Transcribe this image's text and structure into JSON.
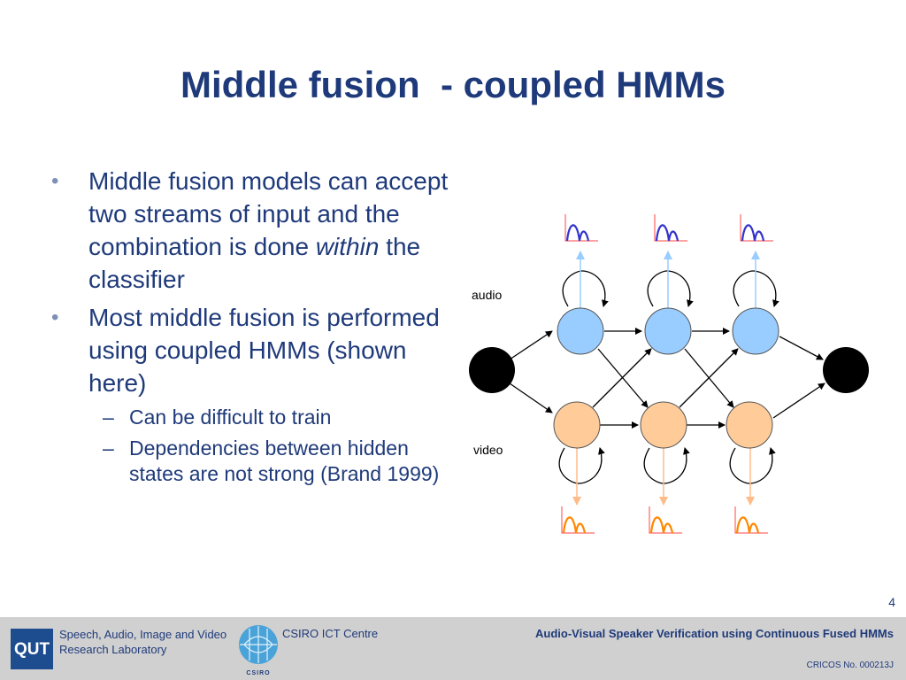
{
  "slide": {
    "title": "Middle fusion  - coupled HMMs",
    "page_number": "4",
    "bullets": [
      {
        "symbol": "•",
        "text_before": "Middle fusion models can accept two streams of input and the combination is done ",
        "text_italic": "within",
        "text_after": " the classifier"
      },
      {
        "symbol": "•",
        "text": "Most middle fusion is performed using coupled HMMs (shown here)",
        "subitems": [
          {
            "symbol": "–",
            "text": "Can be difficult to train"
          },
          {
            "symbol": "–",
            "text": "Dependencies between hidden states are not strong (Brand 1999)"
          }
        ]
      }
    ]
  },
  "diagram": {
    "audio_label": "audio",
    "video_label": "video",
    "colors": {
      "audio_node": "#99ccff",
      "video_node": "#ffcc99",
      "audio_arrow": "#99ccff",
      "video_arrow": "#ffbb88",
      "audio_pdf": "#3333cc",
      "video_pdf": "#ff8800",
      "pdf_axis": "#ff4444",
      "terminal_node": "#000000"
    }
  },
  "footer": {
    "qut_logo_text": "QUT",
    "lab_name": "Speech, Audio, Image and Video Research Laboratory",
    "csiro_logo_text": "CSIRO",
    "csiro_centre": "CSIRO ICT Centre",
    "presentation_title": "Audio-Visual Speaker Verification using Continuous Fused HMMs",
    "cricos": "CRICOS No. 000213J"
  }
}
